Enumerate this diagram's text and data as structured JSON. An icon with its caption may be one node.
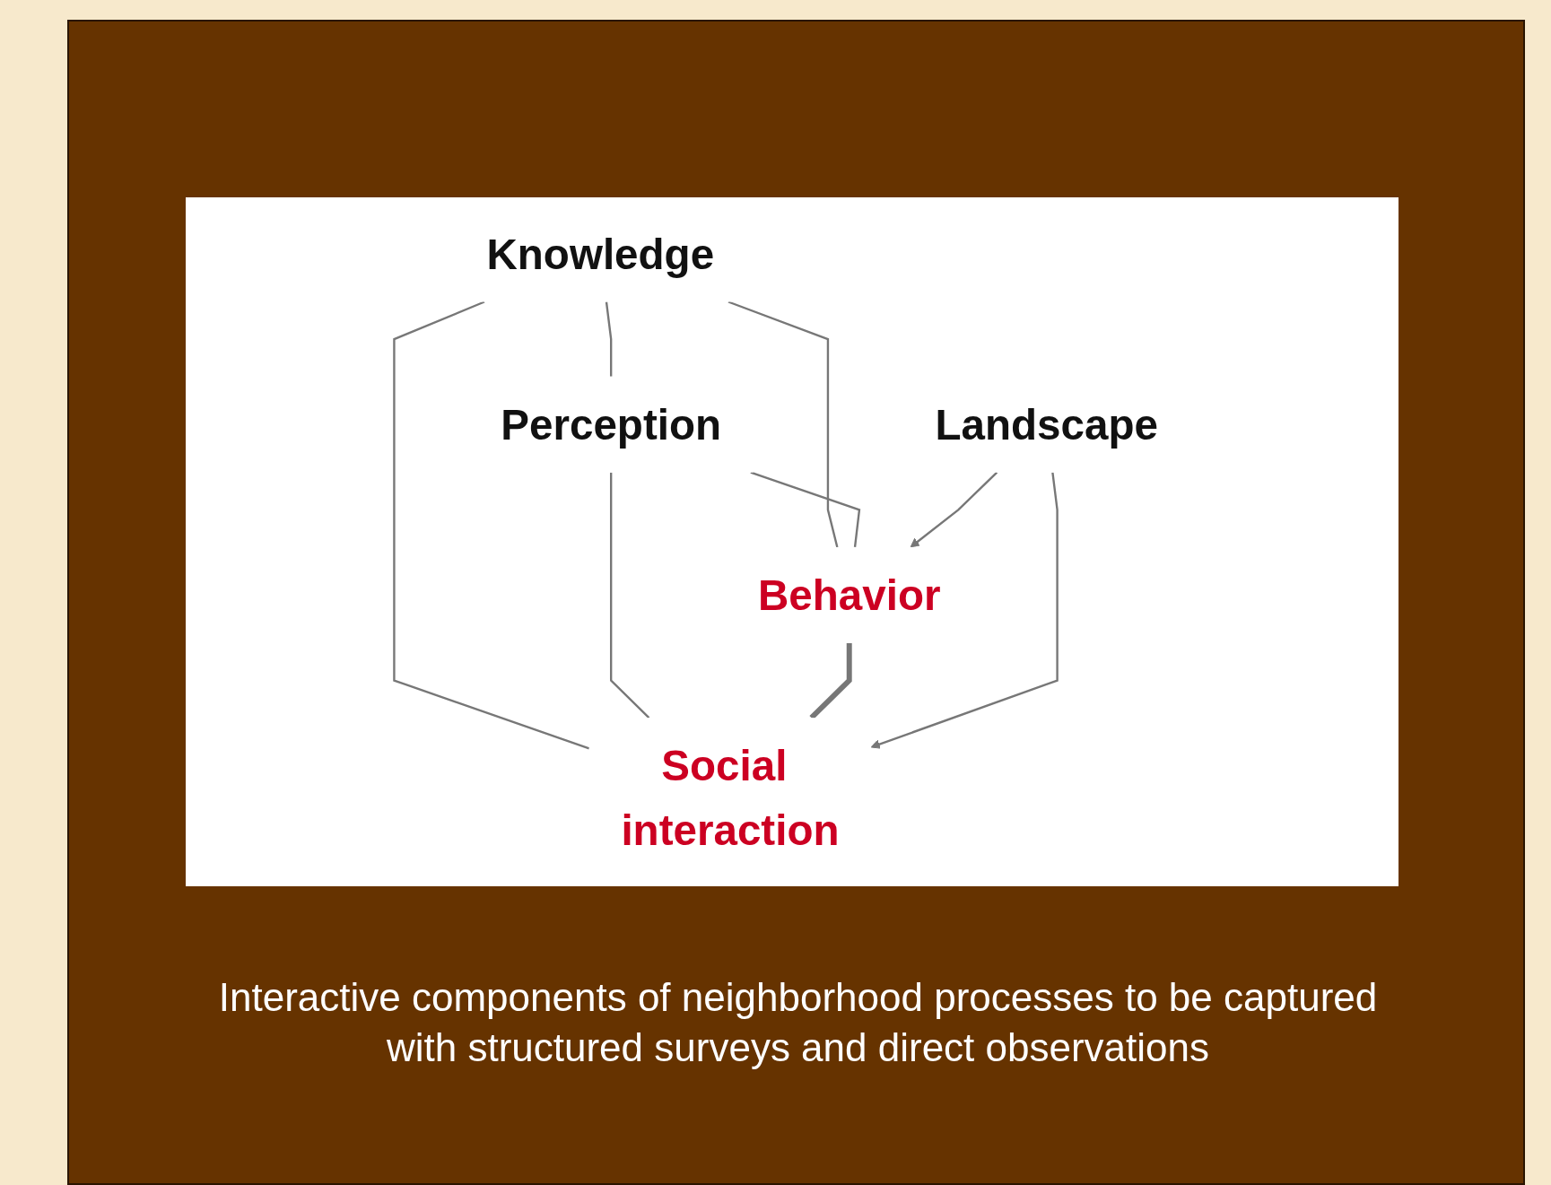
{
  "diagram": {
    "caption": "Interactive components of neighborhood processes to be captured with structured surveys and direct observations",
    "nodes": [
      {
        "text": [
          "Knowledge"
        ]
      },
      {
        "text": [
          "Perception"
        ]
      },
      {
        "text": [
          "Behavior"
        ]
      },
      {
        "text": [
          "Social interaction"
        ]
      },
      {
        "text": [
          "Landscape"
        ]
      }
    ],
    "edges": [
      {
        "from": 0,
        "to": 1,
        "arrow": "none"
      },
      {
        "from": 0,
        "to": 2,
        "arrow": "none"
      },
      {
        "from": 0,
        "to": 3,
        "arrow": "none"
      },
      {
        "from": 1,
        "to": 2,
        "arrow": "none"
      },
      {
        "from": 1,
        "to": 3,
        "arrow": "none"
      },
      {
        "from": 2,
        "to": 3,
        "arrow": "none",
        "style": "thick"
      },
      {
        "from": 4,
        "to": 2,
        "arrow": "to"
      },
      {
        "from": 4,
        "to": 3,
        "arrow": "to"
      }
    ]
  }
}
